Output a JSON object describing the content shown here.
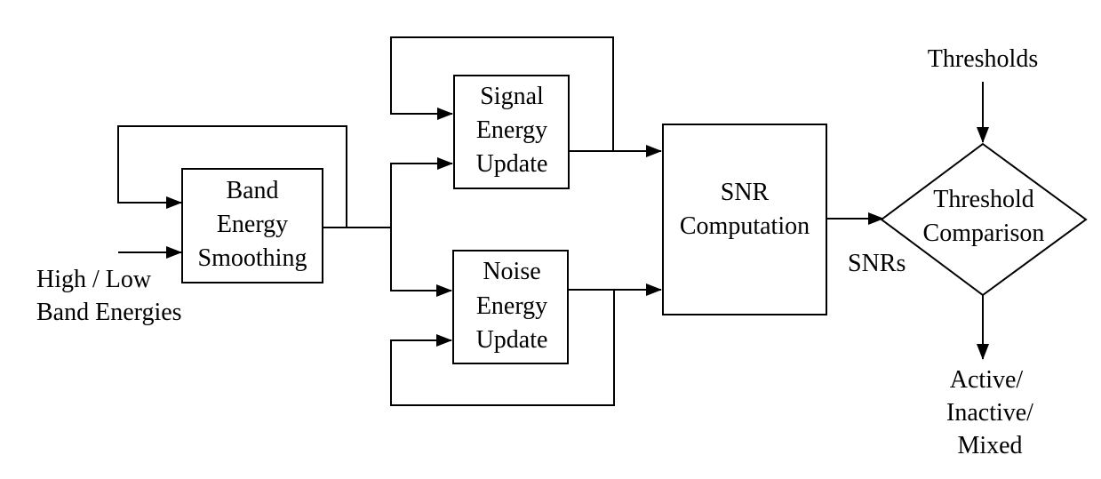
{
  "diagram": {
    "inputs": {
      "band_energies_line1": "High / Low",
      "band_energies_line2": "Band Energies",
      "thresholds": "Thresholds"
    },
    "blocks": {
      "band_smoothing": [
        "Band",
        "Energy",
        "Smoothing"
      ],
      "signal_update": [
        "Signal",
        "Energy",
        "Update"
      ],
      "noise_update": [
        "Noise",
        "Energy",
        "Update"
      ],
      "snr_computation": [
        "SNR",
        "Computation"
      ],
      "threshold_comparison": [
        "Threshold",
        "Comparison"
      ]
    },
    "signals": {
      "snrs": "SNRs"
    },
    "outputs": [
      "Active/",
      "Inactive/",
      "Mixed"
    ]
  }
}
